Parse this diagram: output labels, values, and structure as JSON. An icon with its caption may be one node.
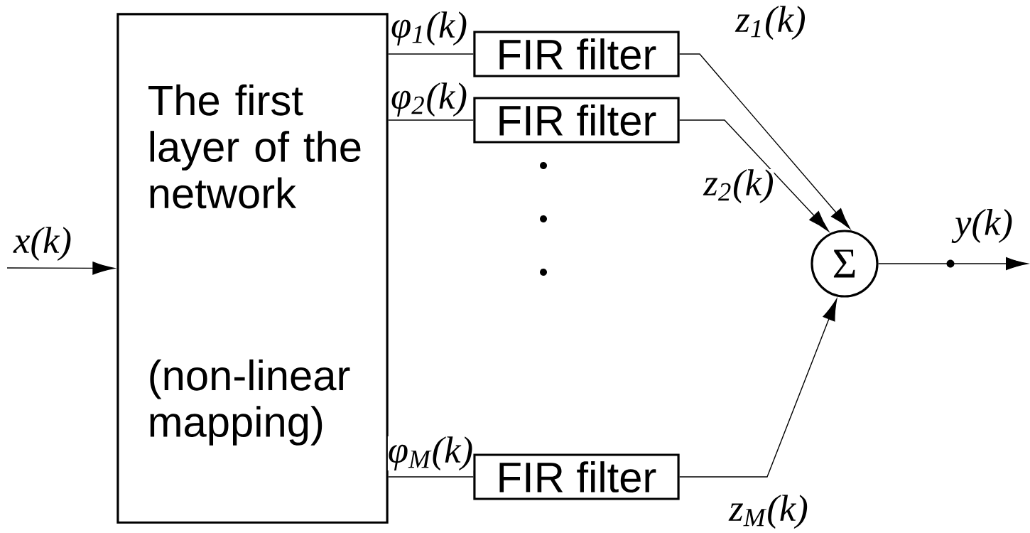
{
  "diagram": {
    "nodes": [
      {
        "text": [
          "The first layer of the network",
          "(non-linear mapping)"
        ]
      },
      {
        "text": [
          "FIR filter"
        ]
      },
      {
        "text": [
          "FIR filter"
        ]
      },
      {
        "text": [
          "FIR filter"
        ]
      },
      {
        "text": [
          "Σ"
        ]
      }
    ],
    "edges": [
      {
        "from": null,
        "to": 0,
        "arrow": "to",
        "label": "x(k)"
      },
      {
        "from": 0,
        "to": 1,
        "arrow": "none",
        "label": "φ$_{1}$(k)"
      },
      {
        "from": 0,
        "to": 2,
        "arrow": "none",
        "label": "φ$_{2}$(k)"
      },
      {
        "from": 0,
        "to": 3,
        "arrow": "none",
        "label": "φ$_{M}$(k)"
      },
      {
        "from": 1,
        "to": 4,
        "arrow": "to",
        "label": "z$_{1}$(k)"
      },
      {
        "from": 2,
        "to": 4,
        "arrow": "to",
        "label": "z$_{2}$(k)"
      },
      {
        "from": 3,
        "to": 4,
        "arrow": "to",
        "label": "z$_{M}$(k)"
      },
      {
        "from": 4,
        "to": null,
        "arrow": "to",
        "label": "y(k)"
      }
    ]
  }
}
